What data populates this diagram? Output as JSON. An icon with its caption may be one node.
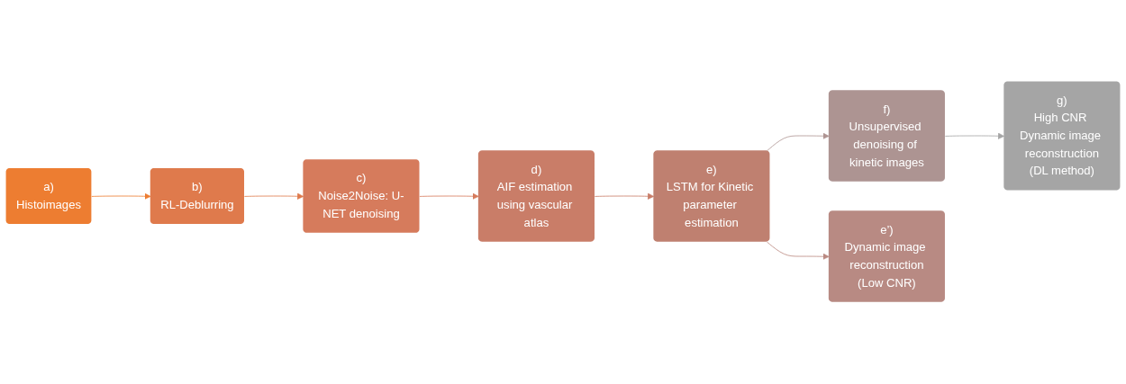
{
  "diagram": {
    "nodes": [
      {
        "text": [
          "a)",
          "Histoimages"
        ]
      },
      {
        "text": [
          "b)",
          "RL-Deblurring"
        ]
      },
      {
        "text": [
          "c)",
          "Noise2Noise: U-NET denoising"
        ]
      },
      {
        "text": [
          "d)",
          "AIF estimation using vascular atlas"
        ]
      },
      {
        "text": [
          "e)",
          "LSTM for Kinetic parameter estimation"
        ]
      },
      {
        "text": [
          "f)",
          "Unsupervised denoising of kinetic images"
        ]
      },
      {
        "text": [
          "g)",
          "High CNR Dynamic image reconstruction",
          "(DL method)"
        ]
      },
      {
        "text": [
          "e’)",
          "Dynamic image reconstruction",
          "(Low CNR)"
        ]
      }
    ],
    "edges": [
      {
        "from": 0,
        "to": 1,
        "arrow": "to",
        "color": "#ed7d31"
      },
      {
        "from": 1,
        "to": 2,
        "arrow": "to",
        "color": "#df7a4c"
      },
      {
        "from": 2,
        "to": 3,
        "arrow": "to",
        "color": "#d67b5c"
      },
      {
        "from": 3,
        "to": 4,
        "arrow": "to",
        "color": "#c97d68"
      },
      {
        "from": 4,
        "to": 5,
        "arrow": "to",
        "color": "#af9593"
      },
      {
        "from": 5,
        "to": 6,
        "arrow": "to",
        "color": "#a5a5a5"
      },
      {
        "from": 4,
        "to": 7,
        "arrow": "to",
        "color": "#bb8a82"
      }
    ]
  }
}
